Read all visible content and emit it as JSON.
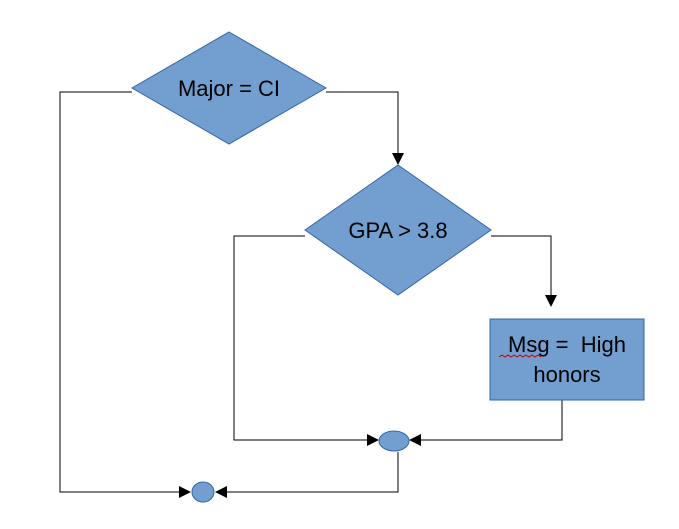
{
  "diagram": {
    "decision_major": {
      "label": "Major = CI"
    },
    "decision_gpa": {
      "label": "GPA > 3.8"
    },
    "process_msg": {
      "line1_word": "Msg",
      "line1_rest": " =  High",
      "line2": "honors"
    }
  },
  "colors": {
    "shape_fill": "#729fcf",
    "shape_stroke": "#3465a4",
    "connector": "#000000",
    "spellcheck_underline": "#cc0000"
  }
}
